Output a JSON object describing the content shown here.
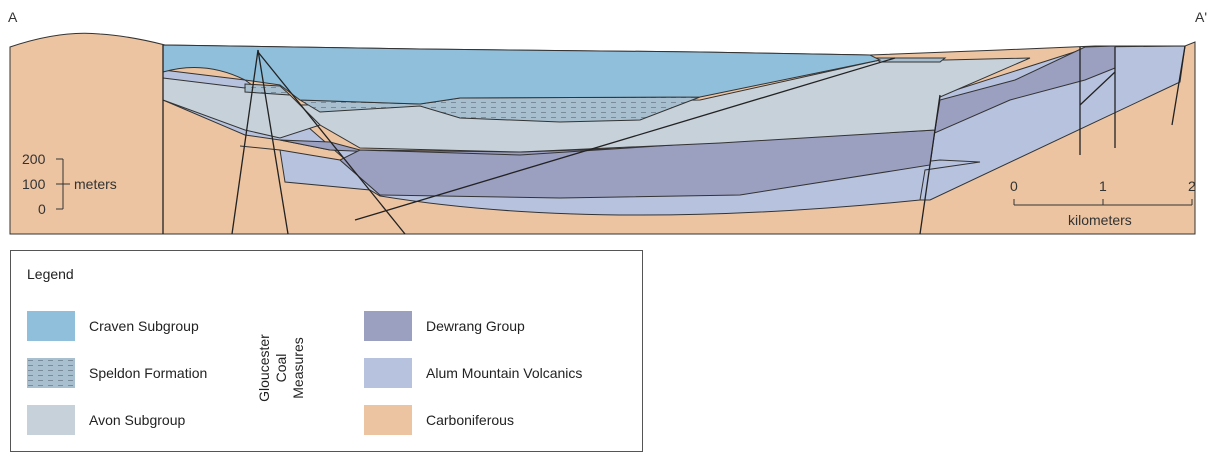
{
  "section": {
    "start_label": "A",
    "end_label": "A'"
  },
  "vertical_scale": {
    "ticks": [
      "200",
      "100",
      "0"
    ],
    "unit": "meters"
  },
  "horizontal_scale": {
    "ticks": [
      "0",
      "1",
      "2"
    ],
    "unit": "kilometers"
  },
  "legend": {
    "title": "Legend",
    "group_label": "Gloucester Coal Measures",
    "items": [
      {
        "label": "Craven Subgroup",
        "color": "#8fbfdb"
      },
      {
        "label": "Speldon Formation",
        "color": "#a7bfcf",
        "pattern": "dashed"
      },
      {
        "label": "Avon Subgroup",
        "color": "#c7d1d9"
      },
      {
        "label": "Dewrang Group",
        "color": "#9b9fc0"
      },
      {
        "label": "Alum Mountain Volcanics",
        "color": "#b7c3de"
      },
      {
        "label": "Carboniferous",
        "color": "#ecc4a1"
      }
    ]
  }
}
